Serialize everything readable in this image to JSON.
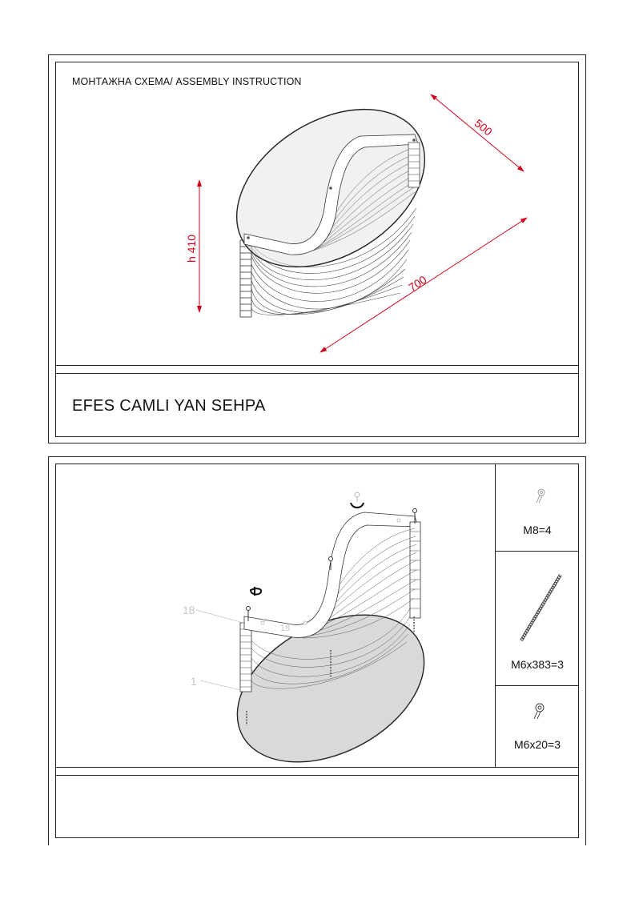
{
  "sheet1": {
    "header": "МОНТАЖНА СХЕМА/ ASSEMBLY INSTRUCTION",
    "product_name": "EFES CAMLI YAN SEHPA",
    "dimensions": {
      "width": "500",
      "length": "700",
      "height": "h 410"
    }
  },
  "sheet2": {
    "callouts": [
      "18",
      "18",
      "1"
    ],
    "parts": [
      {
        "label": "M8=4",
        "icon": "eye-bolt-icon"
      },
      {
        "label": "M6x383=3",
        "icon": "threaded-rod-icon"
      },
      {
        "label": "M6x20=3",
        "icon": "bolt-icon"
      }
    ]
  },
  "colors": {
    "dimension": "#d0021b",
    "glass": "#d9d9d9",
    "line": "#222222"
  }
}
